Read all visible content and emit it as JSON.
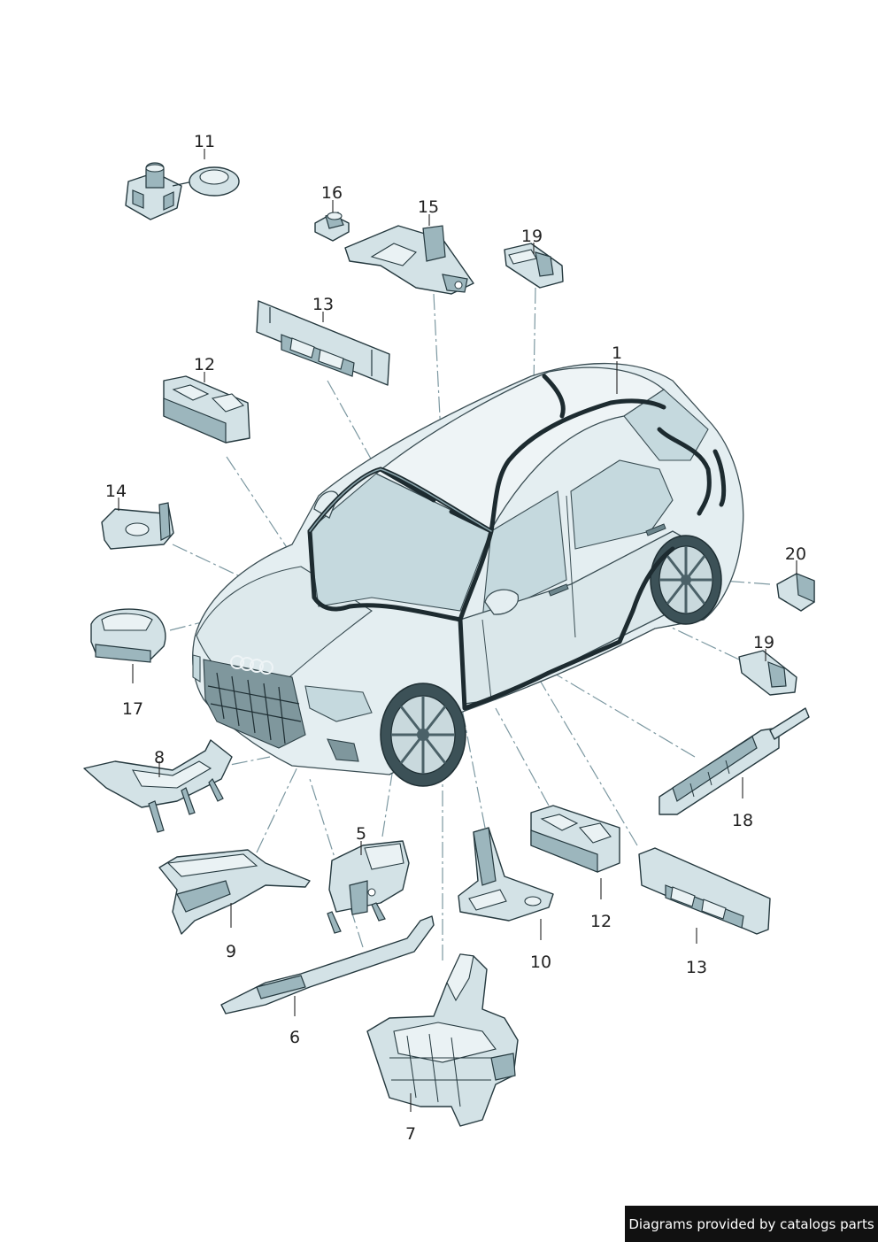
{
  "callouts": [
    "1",
    "5",
    "6",
    "7",
    "8",
    "9",
    "10",
    "11",
    "12",
    "12",
    "13",
    "13",
    "14",
    "15",
    "16",
    "17",
    "18",
    "19",
    "19",
    "20"
  ],
  "credit": "Diagrams provided by catalogs parts",
  "colors": {
    "part_fill": "#d3e2e6",
    "outline": "#25393f",
    "leader": "#7c98a1",
    "seal": "#1d2b30",
    "credit_bg": "#111111"
  }
}
